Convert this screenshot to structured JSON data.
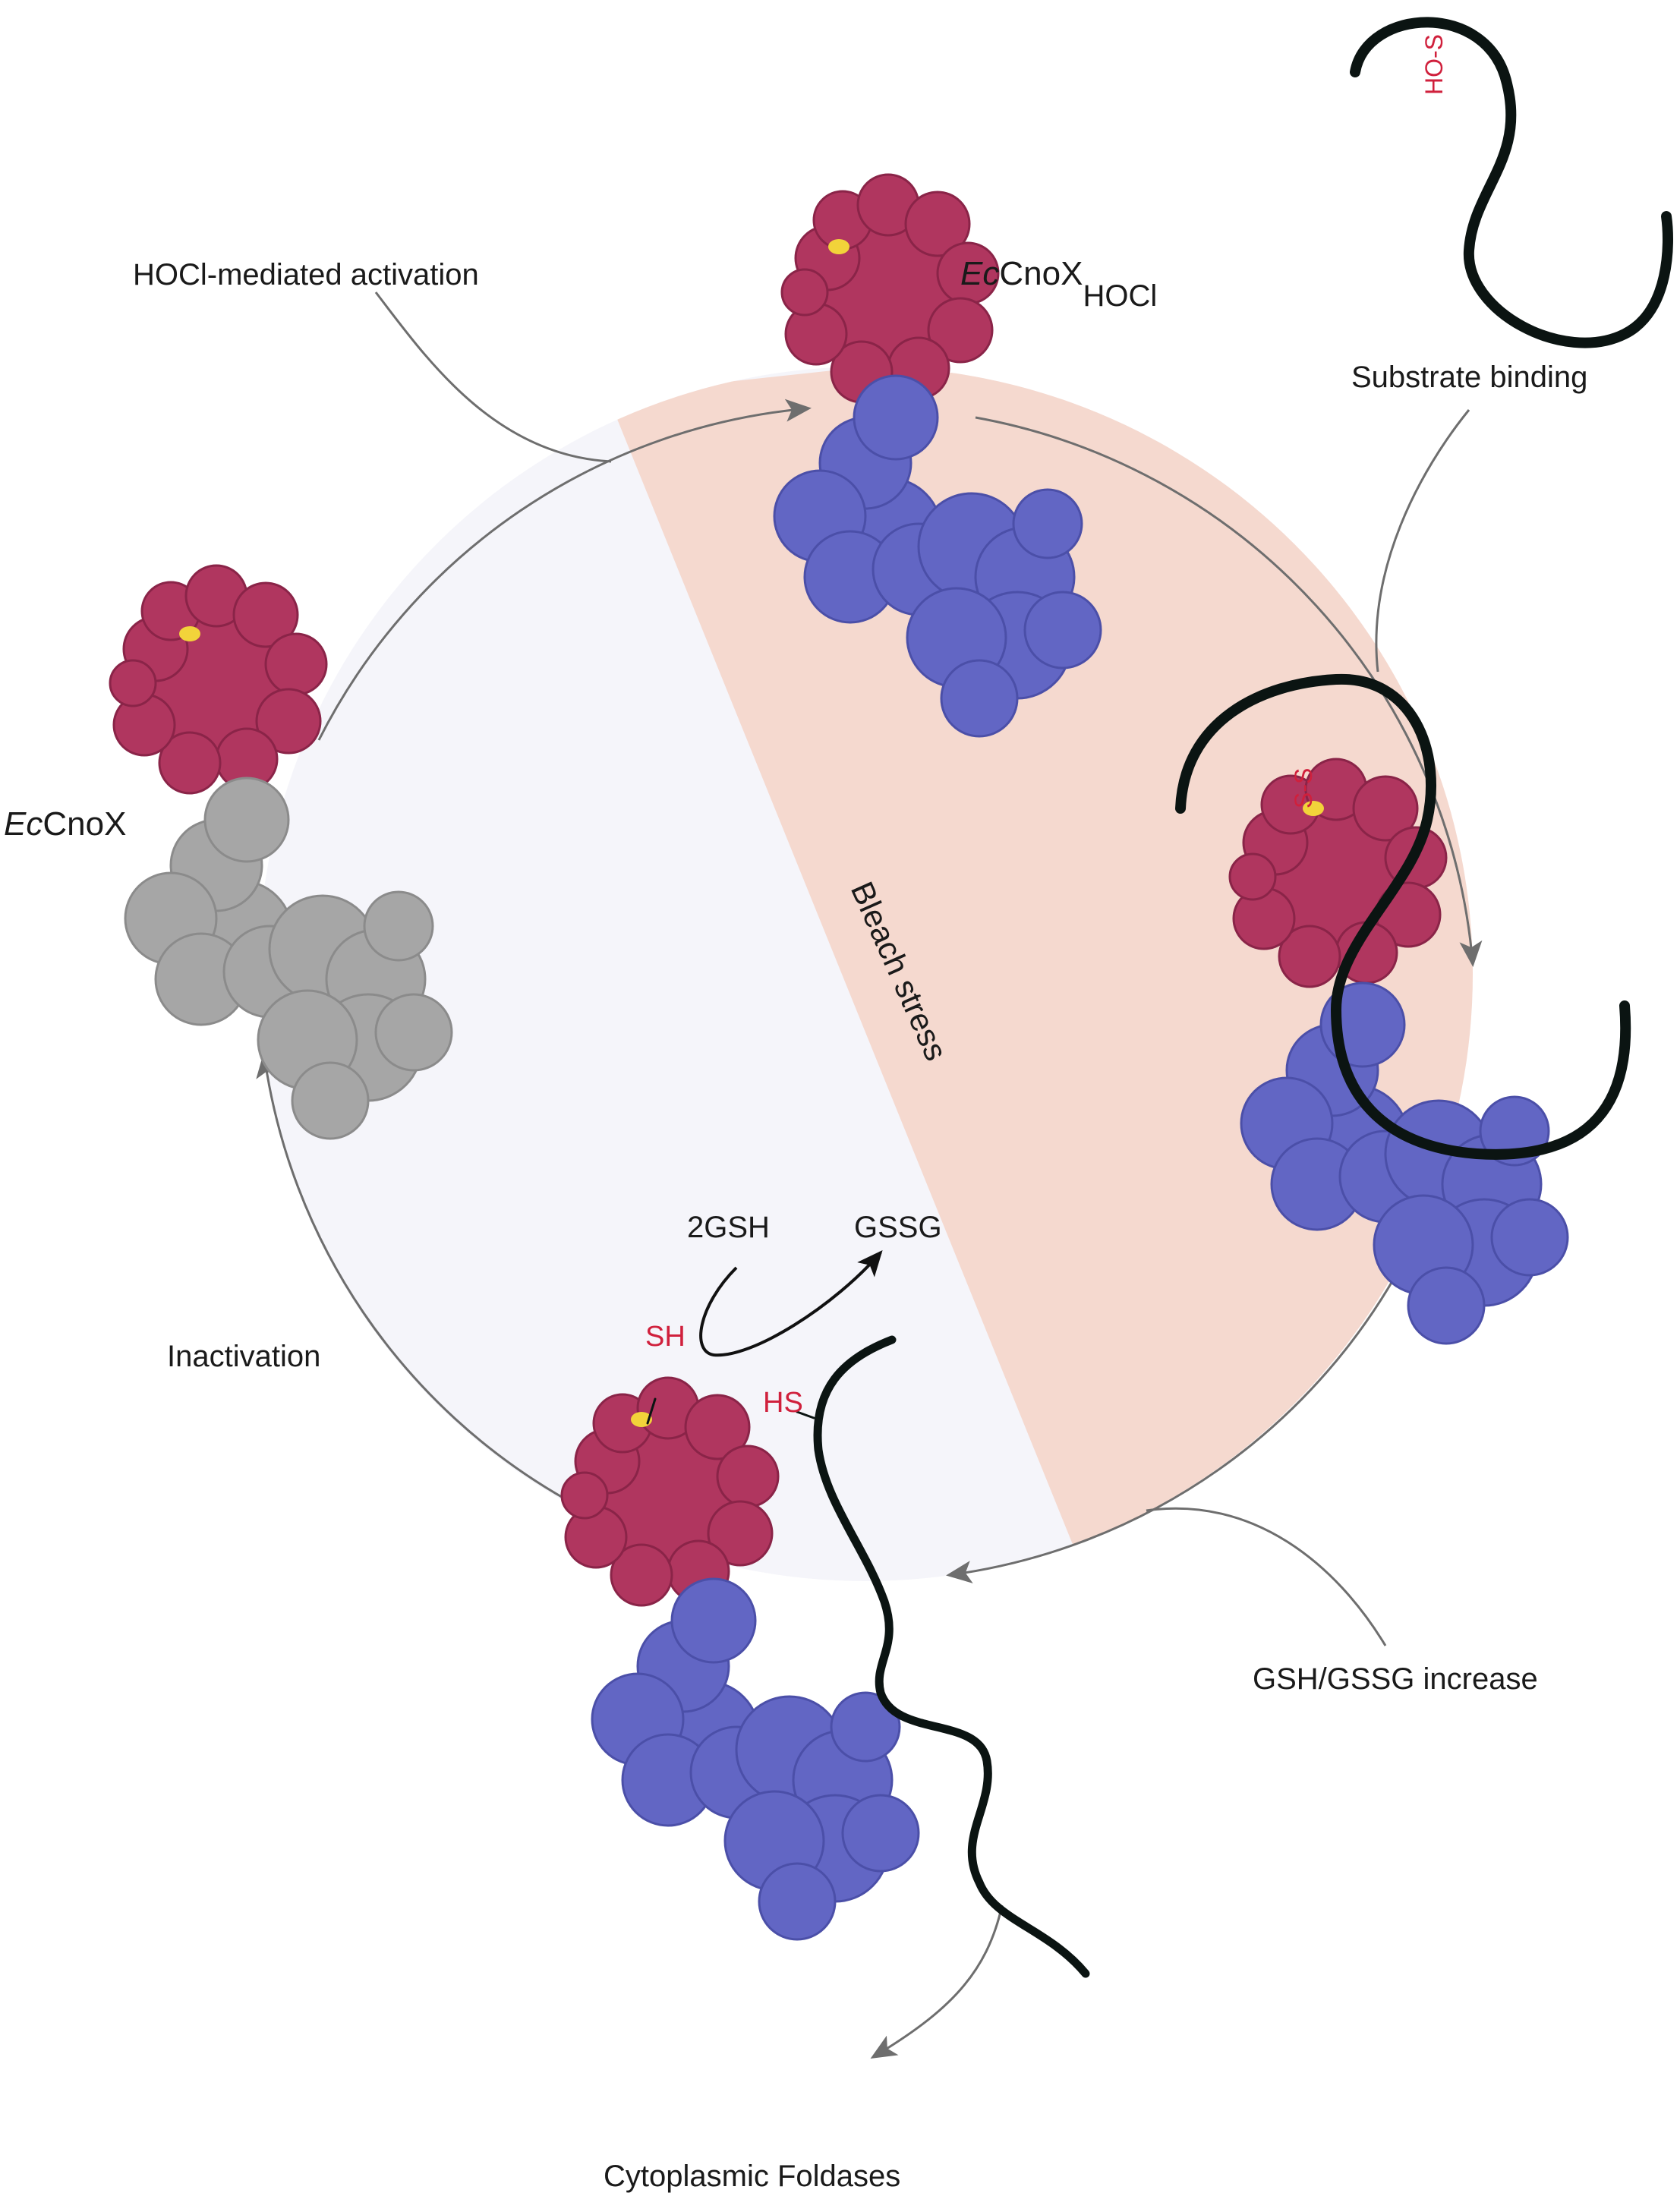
{
  "labels": {
    "activation": "HOCl-mediated activation",
    "substrate_binding": "Substrate binding",
    "gsh_increase": "GSH/GSSG increase",
    "foldases": "Cytoplasmic Foldases",
    "inactivation": "Inactivation",
    "bleach_stress": "Bleach stress",
    "ec_prefix": "Ec",
    "cnox": "CnoX",
    "hocl_subscript": "HOCl",
    "two_gsh": "2GSH",
    "gssg": "GSSG",
    "sh": "SH",
    "hs": "HS",
    "ho_s": "HO-S",
    "s_s": "S-S"
  },
  "colors": {
    "stress_half": "#f5d9cf",
    "calm_half": "#f5f5fa",
    "cycle_arrow": "#6e6e6e",
    "redox_domain": "#b0365f",
    "thioredoxin_domain": "#6266c4",
    "inactive_domain": "#a6a6a6",
    "cysteine": "#f2d33a",
    "substrate": "#0b1412",
    "thiol_text": "#d0203c",
    "text": "#1a1a1a"
  },
  "icons": [
    "protein-red-domain-icon",
    "protein-blue-domain-icon",
    "protein-grey-domain-icon",
    "substrate-chain-icon"
  ]
}
